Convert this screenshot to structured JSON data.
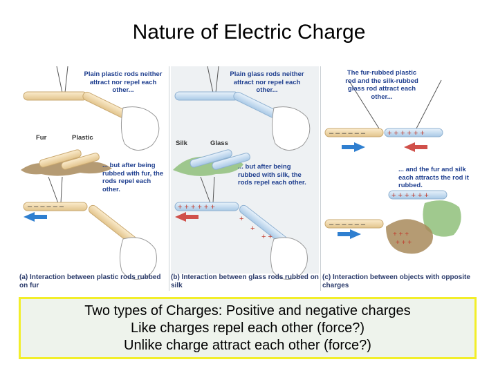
{
  "title": "Nature of Electric Charge",
  "panels": {
    "a": {
      "note_top": "Plain plastic rods neither attract nor repel each other...",
      "label_fur": "Fur",
      "label_plastic": "Plastic",
      "note_bottom": "... but after being rubbed with fur, the rods repel each other.",
      "caption": "(a) Interaction between plastic rods rubbed on fur"
    },
    "b": {
      "note_top": "Plain glass rods neither attract nor repel each other...",
      "label_silk": "Silk",
      "label_glass": "Glass",
      "note_bottom": "... but after being rubbed with silk, the rods repel each other.",
      "caption": "(b) Interaction between glass rods rubbed on silk"
    },
    "c": {
      "note_top": "The fur-rubbed plastic rod and the silk-rubbed glass rod attract each other...",
      "note_bottom": "... and the fur and silk each attracts the rod it rubbed.",
      "caption": "(c) Interaction between objects with opposite charges"
    }
  },
  "summary": {
    "line1": "Two types of Charges: Positive and negative charges",
    "line2": "Like charges repel each other (force?)",
    "line3": "Unlike charge attract each other (force?)"
  },
  "colors": {
    "plastic_rod": "#f1d9a8",
    "glass_rod": "#cfe2f3",
    "arrow_blue": "#2f7fd0",
    "arrow_red": "#d0504a",
    "fur": "#a88a5a",
    "silk": "#8fbf7a",
    "summary_border": "#f2ee2a",
    "summary_bg": "#eef3ec"
  }
}
